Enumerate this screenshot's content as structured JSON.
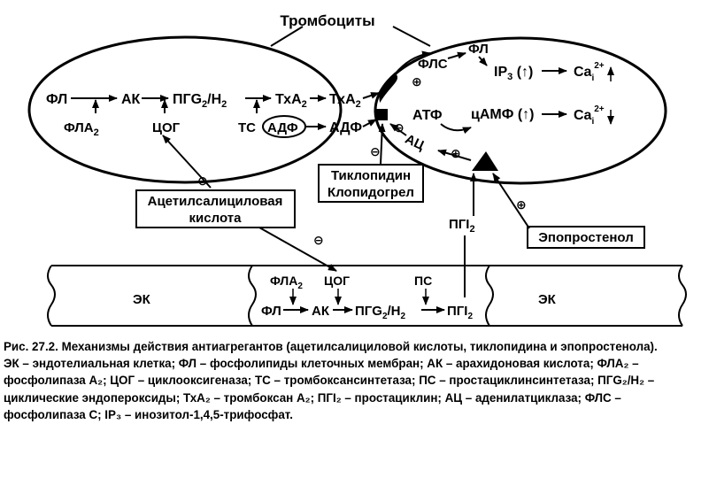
{
  "diagram": {
    "platelets_label": "Тромбоциты",
    "left_cell": {
      "fl": "ФЛ",
      "ak": "АК",
      "pgg": "ПГG",
      "pgg_sub": "2",
      "pgg_rest": "/H",
      "pgg_rest_sub": "2",
      "txa": "ТхА",
      "txa_sub": "2",
      "fla": "ФЛА",
      "fla_sub": "2",
      "cog": "ЦОГ",
      "ts": "ТС",
      "adf": "АДФ"
    },
    "middle": {
      "txa_out": "ТхА",
      "txa_out_sub": "2",
      "adf_out": "АДФ"
    },
    "right_cell": {
      "fls": "ФЛС",
      "fl": "ФЛ",
      "ip3": "IP",
      "ip3_sub": "3",
      "ip3_arrow": " (↑)",
      "ca": "Ca",
      "ca_sub": "i",
      "ca_sup": "2+",
      "atf": "АТФ",
      "camf": "цАМФ",
      "camf_arrow": " (↑)",
      "ac": "АЦ"
    },
    "signs": {
      "plus": "⊕",
      "minus": "⊖"
    },
    "ticlopidine_box": [
      "Тиклопидин",
      "Клопидогрел"
    ],
    "aspirin_box": [
      "Ацетилсалициловая",
      "кислота"
    ],
    "epoprostenol_box": "Эпопростенол",
    "pgi_top": "ПГI",
    "pgi_top_sub": "2",
    "endothelium": {
      "ek_left": "ЭК",
      "ek_right": "ЭК",
      "fla": "ФЛА",
      "fla_sub": "2",
      "cog": "ЦОГ",
      "ps": "ПС",
      "fl": "ФЛ",
      "ak": "АК",
      "pgg": "ПГG",
      "pgg_sub": "2",
      "pgg_rest": "/H",
      "pgg_rest_sub": "2",
      "pgi": "ПГI",
      "pgi_sub": "2"
    }
  },
  "caption": {
    "title_label": "Рис. 27.2.",
    "title_text": " Механизмы действия антиагрегантов (ацетилсалициловой кислоты, тиклопидина и эпопростенола).",
    "legend": "ЭК – эндотелиальная клетка; ФЛ – фосфолипиды клеточных мембран; АК – арахидоновая кислота; ФЛА₂ – фосфолипаза А₂; ЦОГ – циклооксигеназа; ТС – тромбоксансинтетаза; ПС – простациклинсинтетаза; ПГG₂/H₂ – циклические эндопероксиды; ТхА₂ – тромбоксан А₂; ПГI₂ – простациклин; АЦ – аденилатциклаза; ФЛС – фосфолипаза С; IP₃ – инозитол-1,4,5-трифосфат."
  }
}
